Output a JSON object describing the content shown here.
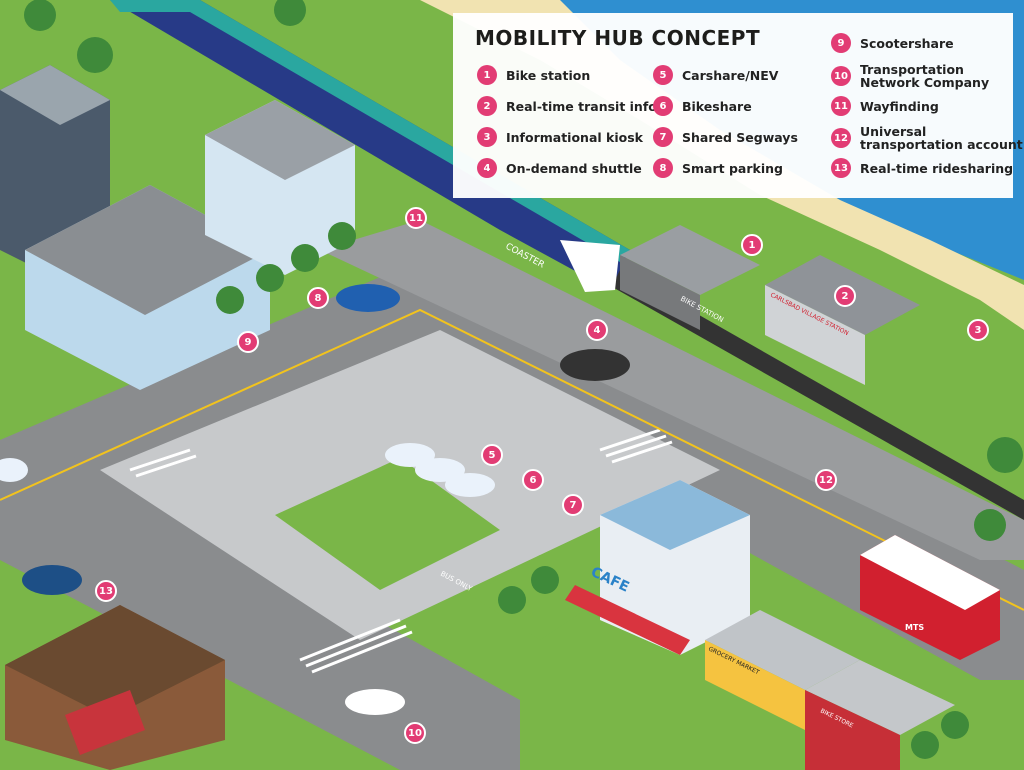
{
  "title": "MOBILITY HUB CONCEPT",
  "colors": {
    "badge": "#e23c74",
    "grass": "#7ab648",
    "road": "#8a8c8e",
    "sidewalk": "#cfd1d3",
    "sand": "#f1e3b1",
    "water": "#2f8fd0",
    "train": "#273a87",
    "train_accent": "#2aa7a0",
    "bus": "#d1202f",
    "cafe": "#2a82c8"
  },
  "legend": [
    {
      "num": "1",
      "label": "Bike station"
    },
    {
      "num": "2",
      "label": "Real-time transit info"
    },
    {
      "num": "3",
      "label": "Informational kiosk"
    },
    {
      "num": "4",
      "label": "On-demand shuttle"
    },
    {
      "num": "5",
      "label": "Carshare/NEV"
    },
    {
      "num": "6",
      "label": "Bikeshare"
    },
    {
      "num": "7",
      "label": "Shared Segways"
    },
    {
      "num": "8",
      "label": "Smart parking"
    },
    {
      "num": "9",
      "label": "Scootershare"
    },
    {
      "num": "10",
      "label": "Transportation\nNetwork Company"
    },
    {
      "num": "11",
      "label": "Wayfinding"
    },
    {
      "num": "12",
      "label": "Universal\ntransportation account"
    },
    {
      "num": "13",
      "label": "Real-time ridesharing"
    }
  ],
  "map_markers": [
    "1",
    "2",
    "3",
    "4",
    "5",
    "6",
    "7",
    "8",
    "9",
    "10",
    "11",
    "12",
    "13"
  ],
  "signage": {
    "train_name": "COASTER",
    "bike_station": "BIKE STATION",
    "transit_station": "CARLSBAD VILLAGE STATION",
    "cafe": "CAFE",
    "grocery": "GROCERY MARKET",
    "bike_shop": "BIKE STORE",
    "bus_label": "MTS",
    "road_text": "BUS ONLY"
  }
}
